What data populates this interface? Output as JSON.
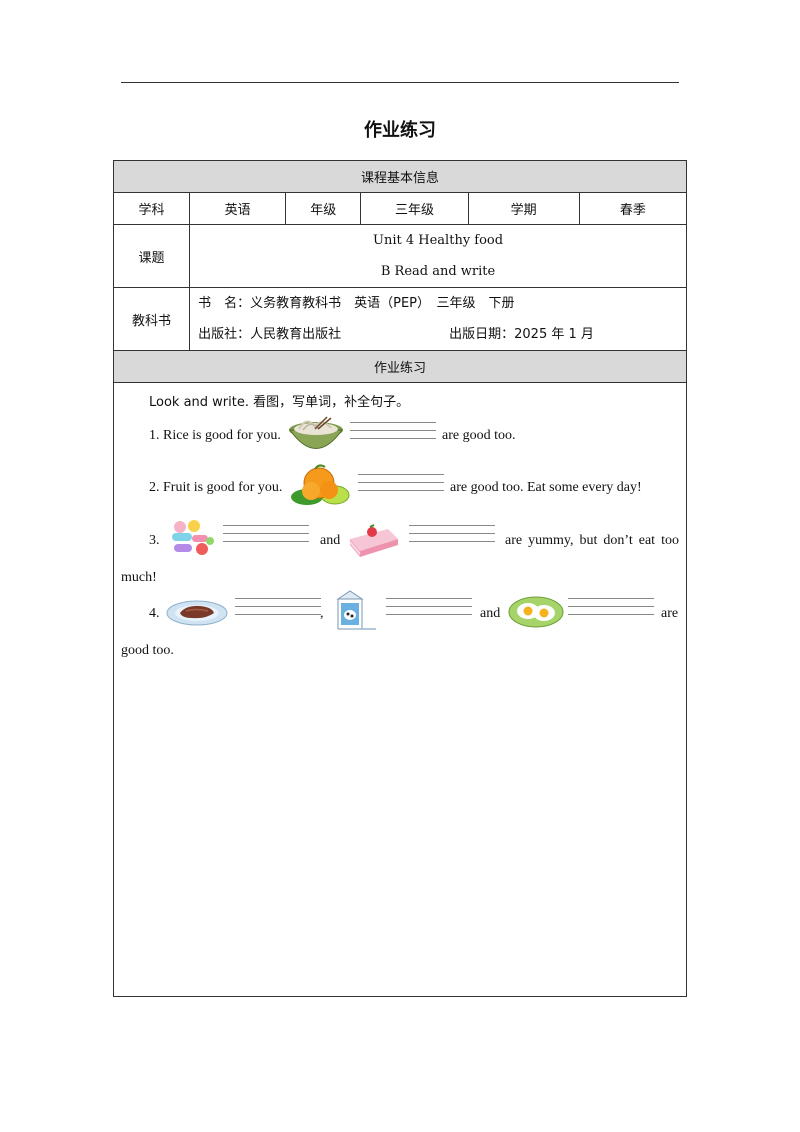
{
  "title": "作业练习",
  "table": {
    "section_basic": "课程基本信息",
    "subject_label": "学科",
    "subject_value": "英语",
    "grade_label": "年级",
    "grade_value": "三年级",
    "term_label": "学期",
    "term_value": "春季",
    "topic_label": "课题",
    "topic_line1": "Unit 4 Healthy food",
    "topic_line2": "B Read and write",
    "textbook_label": "教科书",
    "book_line": "书　名：义务教育教科书　英语（PEP）　三年级　下册",
    "publisher": "出版社：人民教育出版社",
    "pub_date": "出版日期：2025 年 1 月",
    "section_exercise": "作业练习"
  },
  "exercise": {
    "instruction": "Look and write.  看图，写单词，补全句子。",
    "q1_lead": "1. Rice is good for you.",
    "q1_tail": "are good too.",
    "q2_lead": "2. Fruit is good for you.",
    "q2_tail": "are good too. Eat some every day!",
    "q3_num": "3.",
    "q3_and": "and",
    "q3_tail_words": [
      "are",
      "yummy,",
      "but",
      "don’t",
      "eat",
      "too"
    ],
    "q3_cont": "much!",
    "q4_num": "4.",
    "q4_comma": ",",
    "q4_and": "and",
    "q4_tail": "are",
    "q4_cont": "good too.",
    "pictures": [
      "noodles-bowl-icon",
      "oranges-icon",
      "candy-icon",
      "cake-icon",
      "meat-plate-icon",
      "milk-carton-icon",
      "fried-eggs-icon"
    ]
  }
}
